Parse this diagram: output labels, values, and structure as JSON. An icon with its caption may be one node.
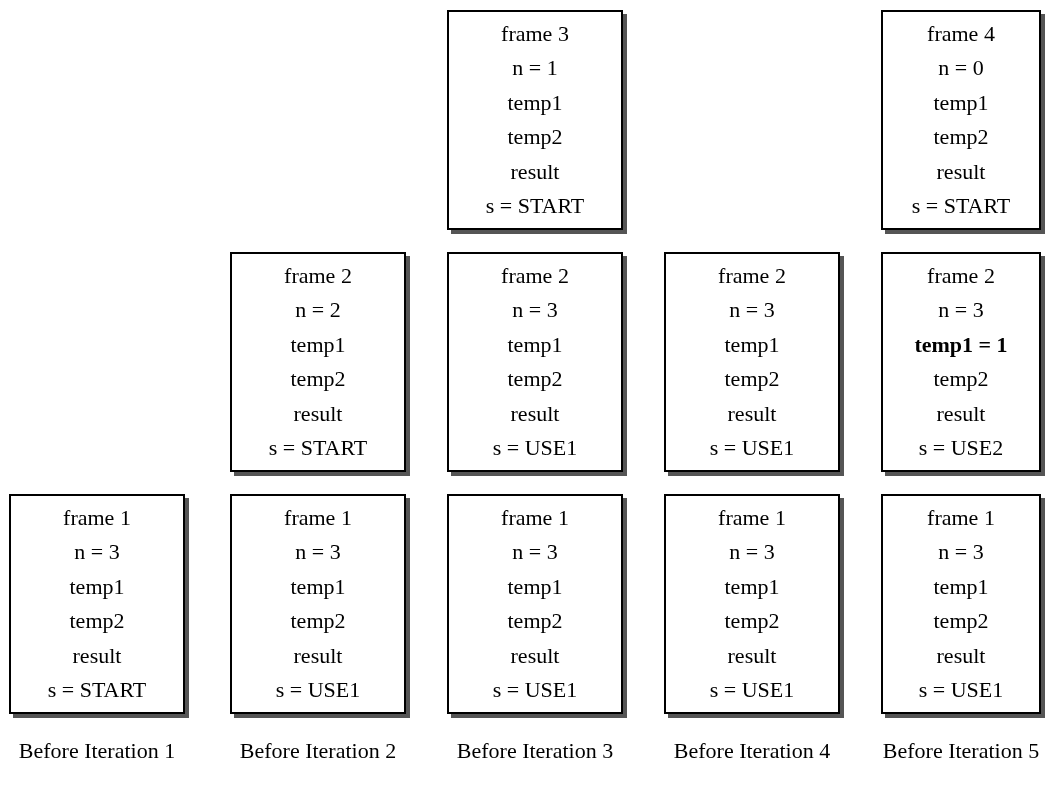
{
  "diagram": {
    "nodes": [
      {
        "text": [
          "frame 3",
          "n = 1",
          "temp1",
          "temp2",
          "result",
          "s = START"
        ]
      },
      {
        "text": [
          "frame 4",
          "n = 0",
          "temp1",
          "temp2",
          "result",
          "s = START"
        ]
      },
      {
        "text": [
          "frame 2",
          "n = 2",
          "temp1",
          "temp2",
          "result",
          "s = START"
        ]
      },
      {
        "text": [
          "frame 2",
          "n = 3",
          "temp1",
          "temp2",
          "result",
          "s = USE1"
        ]
      },
      {
        "text": [
          "frame 2",
          "n = 3",
          "temp1",
          "temp2",
          "result",
          "s = USE1"
        ]
      },
      {
        "text": [
          "frame 2",
          "n = 3",
          "**temp1 = 1**",
          "temp2",
          "result",
          "s = USE2"
        ]
      },
      {
        "text": [
          "frame 1",
          "n = 3",
          "temp1",
          "temp2",
          "result",
          "s = START"
        ]
      },
      {
        "text": [
          "frame 1",
          "n = 3",
          "temp1",
          "temp2",
          "result",
          "s = USE1"
        ]
      },
      {
        "text": [
          "frame 1",
          "n = 3",
          "temp1",
          "temp2",
          "result",
          "s = USE1"
        ]
      },
      {
        "text": [
          "frame 1",
          "n = 3",
          "temp1",
          "temp2",
          "result",
          "s = USE1"
        ]
      },
      {
        "text": [
          "frame 1",
          "n = 3",
          "temp1",
          "temp2",
          "result",
          "s = USE1"
        ]
      }
    ],
    "labels": [
      "Before Iteration 1",
      "Before Iteration 2",
      "Before Iteration 3",
      "Before Iteration 4",
      "Before Iteration 5"
    ]
  }
}
